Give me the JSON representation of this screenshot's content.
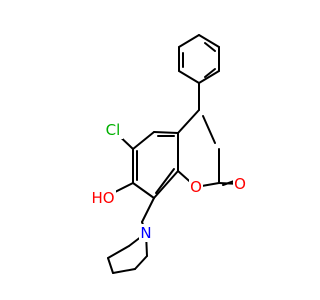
{
  "molecule": {
    "atoms": [
      {
        "id": "O_carbonyl",
        "symbol": "O",
        "color": "#ff0000"
      },
      {
        "id": "O_ring",
        "symbol": "O",
        "color": "#ff0000"
      },
      {
        "id": "Cl",
        "symbol": "Cl",
        "color": "#00b000"
      },
      {
        "id": "HO",
        "symbol": "HO",
        "color": "#ff0000"
      },
      {
        "id": "N",
        "symbol": "N",
        "color": "#0000ff"
      }
    ]
  }
}
